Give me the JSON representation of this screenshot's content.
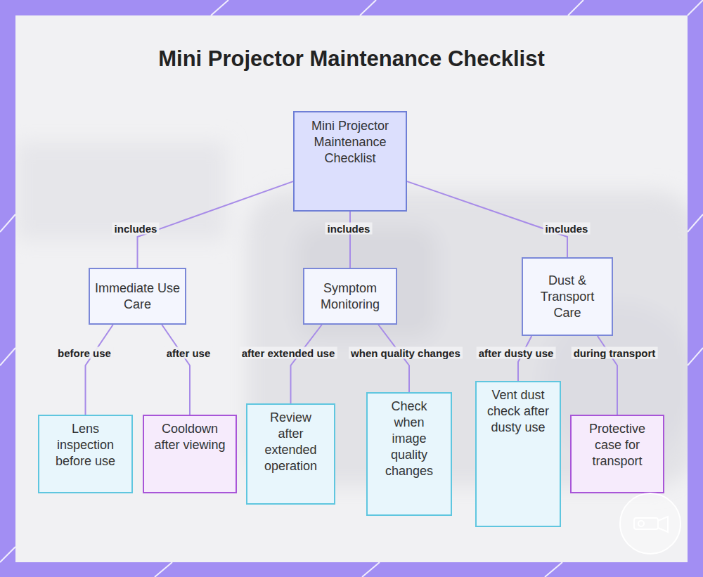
{
  "diagram": {
    "title": "Mini Projector Maintenance Checklist",
    "nodes": [
      {
        "text": [
          "Mini Projector Maintenance Checklist"
        ]
      },
      {
        "text": [
          "Immediate Use Care"
        ]
      },
      {
        "text": [
          "Symptom Monitoring"
        ]
      },
      {
        "text": [
          "Dust & Transport Care"
        ]
      },
      {
        "text": [
          "Lens inspection before use"
        ]
      },
      {
        "text": [
          "Cooldown after viewing"
        ]
      },
      {
        "text": [
          "Review after extended operation"
        ]
      },
      {
        "text": [
          "Check when image quality changes"
        ]
      },
      {
        "text": [
          "Vent dust check after dusty use"
        ]
      },
      {
        "text": [
          "Protective case for transport"
        ]
      }
    ],
    "edges": [
      {
        "from": 0,
        "to": 1,
        "label": "includes",
        "arrow": "none"
      },
      {
        "from": 0,
        "to": 2,
        "label": "includes",
        "arrow": "none"
      },
      {
        "from": 0,
        "to": 3,
        "label": "includes",
        "arrow": "none"
      },
      {
        "from": 1,
        "to": 4,
        "label": "before use",
        "arrow": "none"
      },
      {
        "from": 1,
        "to": 5,
        "label": "after use",
        "arrow": "none"
      },
      {
        "from": 2,
        "to": 6,
        "label": "after extended use",
        "arrow": "none"
      },
      {
        "from": 2,
        "to": 7,
        "label": "when quality changes",
        "arrow": "none"
      },
      {
        "from": 3,
        "to": 8,
        "label": "after dusty use",
        "arrow": "none"
      },
      {
        "from": 3,
        "to": 9,
        "label": "during transport",
        "arrow": "none"
      }
    ]
  }
}
